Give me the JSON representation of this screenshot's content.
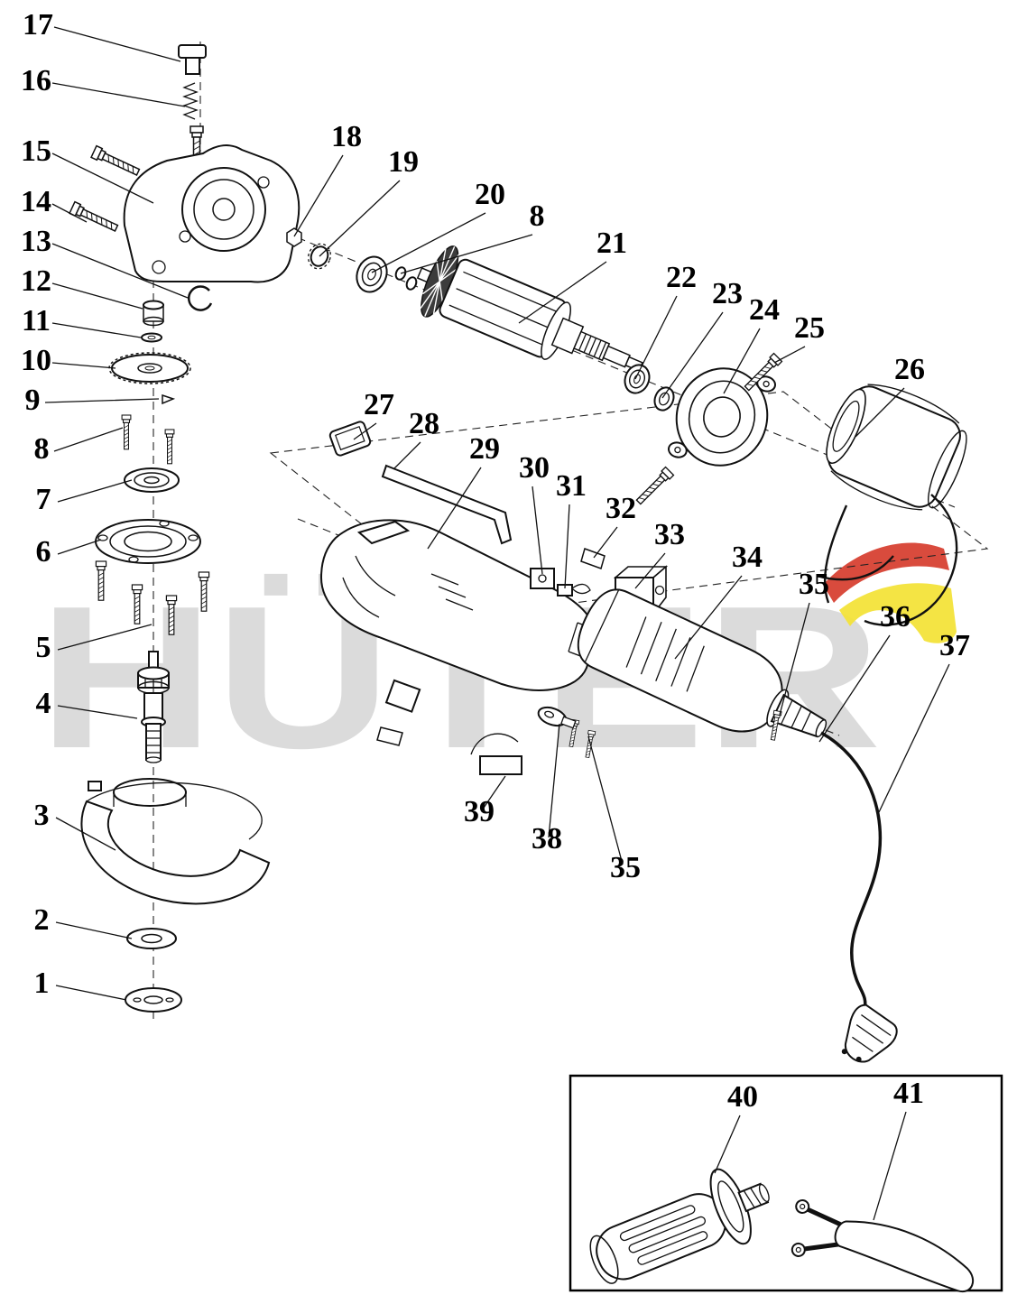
{
  "document": {
    "type": "exploded-parts-diagram",
    "product": "angle-grinder"
  },
  "watermark": {
    "text": "HÜTER"
  },
  "colors": {
    "line": "#111111",
    "watermark": "#b9b9b9",
    "logo_red": "#d63c2c",
    "logo_yellow": "#f3e33a"
  },
  "callouts": [
    {
      "text": "17"
    },
    {
      "text": "16"
    },
    {
      "text": "15"
    },
    {
      "text": "14"
    },
    {
      "text": "13"
    },
    {
      "text": "12"
    },
    {
      "text": "11"
    },
    {
      "text": "10"
    },
    {
      "text": "9"
    },
    {
      "text": "8"
    },
    {
      "text": "7"
    },
    {
      "text": "6"
    },
    {
      "text": "5"
    },
    {
      "text": "4"
    },
    {
      "text": "3"
    },
    {
      "text": "2"
    },
    {
      "text": "1"
    },
    {
      "text": "18"
    },
    {
      "text": "19"
    },
    {
      "text": "20"
    },
    {
      "text": "8"
    },
    {
      "text": "21"
    },
    {
      "text": "22"
    },
    {
      "text": "23"
    },
    {
      "text": "24"
    },
    {
      "text": "25"
    },
    {
      "text": "26"
    },
    {
      "text": "27"
    },
    {
      "text": "28"
    },
    {
      "text": "29"
    },
    {
      "text": "30"
    },
    {
      "text": "31"
    },
    {
      "text": "32"
    },
    {
      "text": "33"
    },
    {
      "text": "34"
    },
    {
      "text": "35"
    },
    {
      "text": "36",
      "highlight": true
    },
    {
      "text": "37"
    },
    {
      "text": "39"
    },
    {
      "text": "38"
    },
    {
      "text": "35"
    },
    {
      "text": "40"
    },
    {
      "text": "41"
    }
  ]
}
